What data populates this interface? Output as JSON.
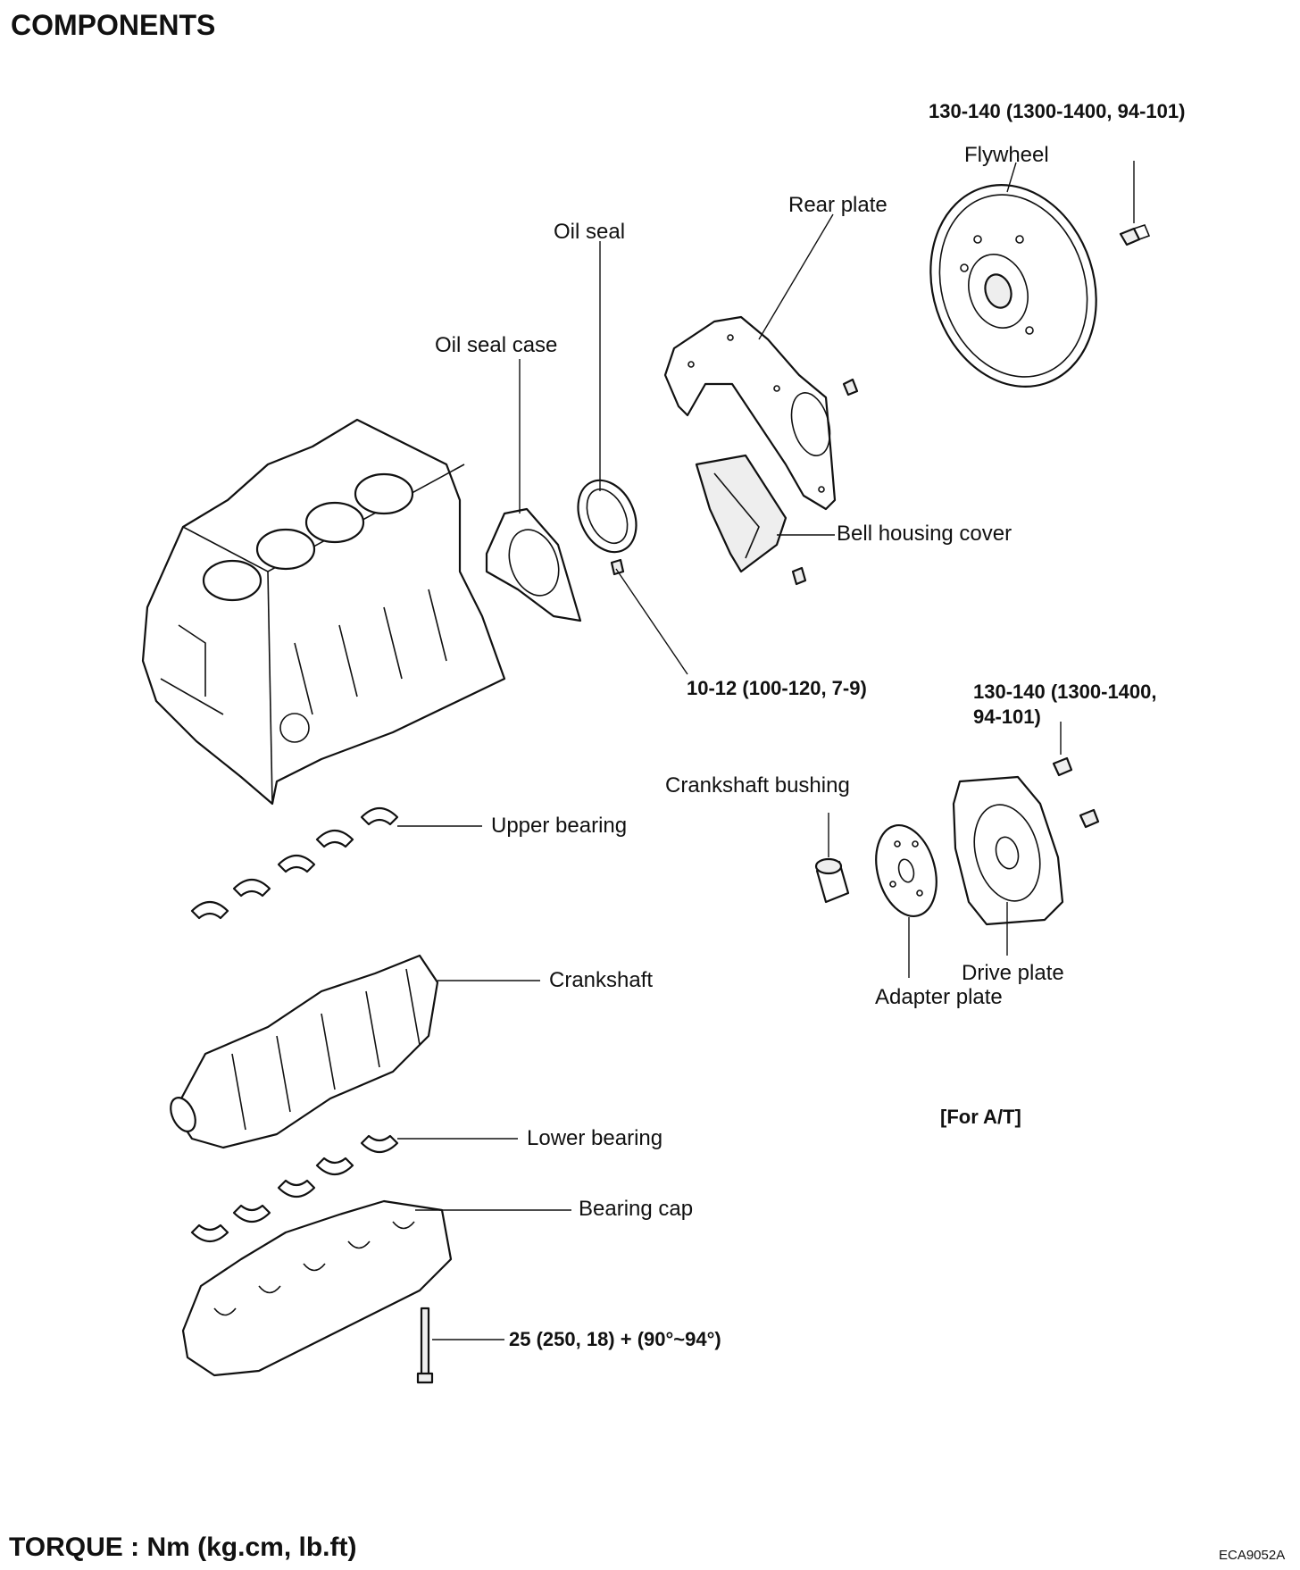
{
  "page": {
    "title": "COMPONENTS",
    "footer_torque": "TORQUE : Nm (kg.cm, lb.ft)",
    "figure_code": "ECA9052A"
  },
  "labels": {
    "flywheel": "Flywheel",
    "rear_plate": "Rear plate",
    "oil_seal": "Oil seal",
    "oil_seal_case": "Oil seal case",
    "bell_housing_cover": "Bell housing cover",
    "crankshaft_bushing": "Crankshaft bushing",
    "upper_bearing": "Upper bearing",
    "crankshaft": "Crankshaft",
    "drive_plate": "Drive plate",
    "adapter_plate": "Adapter plate",
    "lower_bearing": "Lower bearing",
    "bearing_cap": "Bearing cap",
    "for_at": "[For A/T]"
  },
  "torques": {
    "flywheel_bolt": "130-140 (1300-1400, 94-101)",
    "oil_seal_case_bolt": "10-12 (100-120, 7-9)",
    "drive_plate_bolt_line1": "130-140 (1300-1400,",
    "drive_plate_bolt_line2": "94-101)",
    "bearing_cap_bolt": "25 (250, 18) + (90°~94°)"
  }
}
